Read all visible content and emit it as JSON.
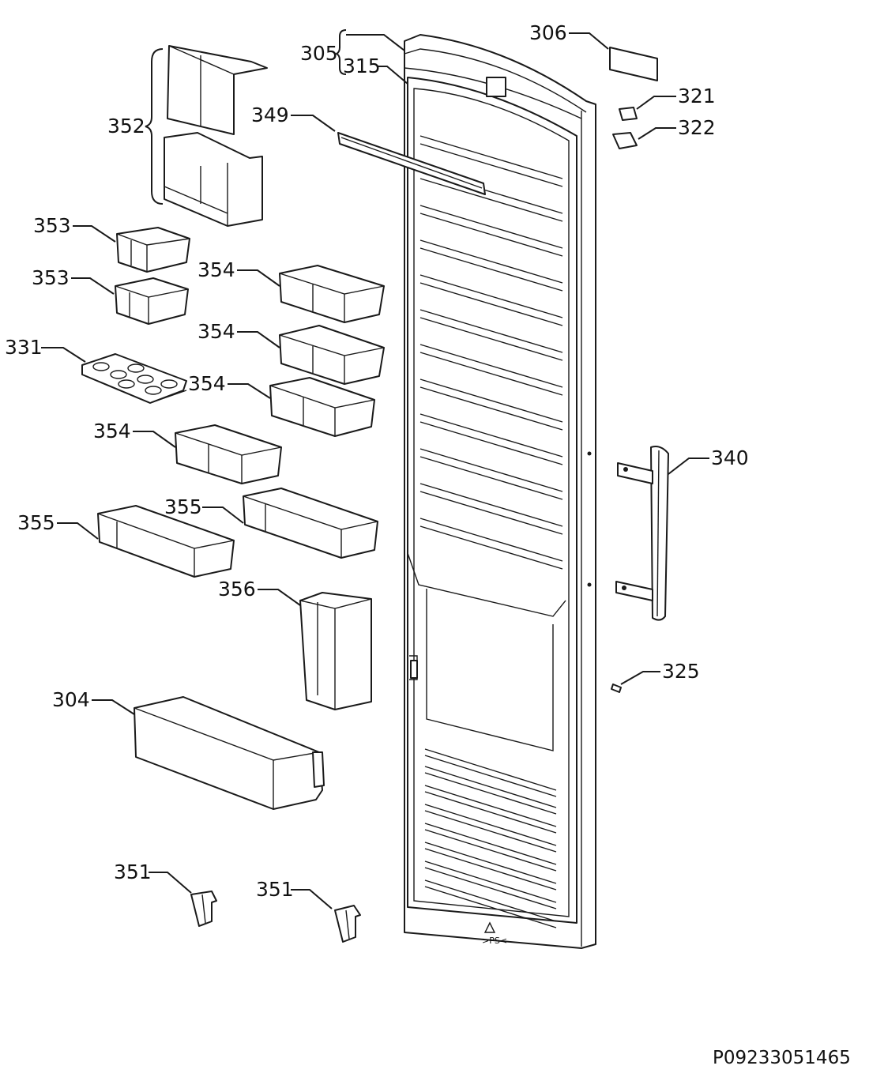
{
  "document_id": "P09233051465",
  "recycling_mark": ">PS<",
  "callouts": {
    "c306": "306",
    "c305": "305",
    "c315": "315",
    "c321": "321",
    "c322": "322",
    "c349": "349",
    "c352": "352",
    "c353a": "353",
    "c353b": "353",
    "c354a": "354",
    "c354b": "354",
    "c354c": "354",
    "c354d": "354",
    "c331": "331",
    "c355a": "355",
    "c355b": "355",
    "c356": "356",
    "c340": "340",
    "c325": "325",
    "c304": "304",
    "c351a": "351",
    "c351b": "351"
  }
}
